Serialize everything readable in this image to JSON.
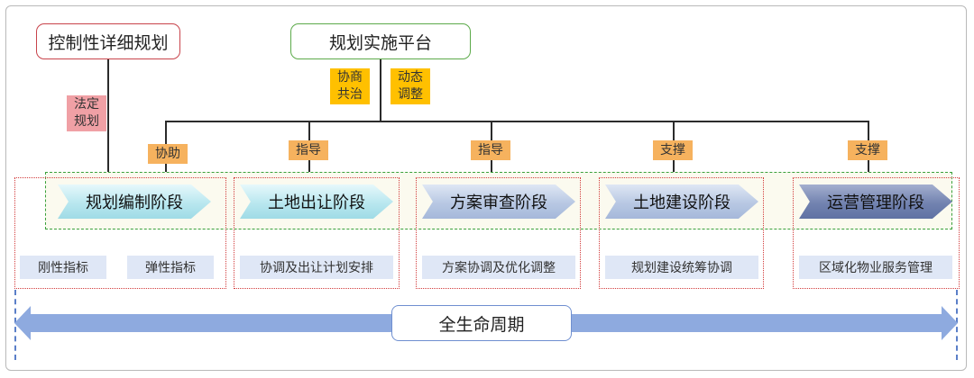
{
  "top": {
    "left_box": "控制性详细规划",
    "center_box": "规划实施平台"
  },
  "tags": {
    "legal": "法定\n规划",
    "consult": "协商\n共治",
    "dynamic": "动态\n调整",
    "assist": "协助",
    "guide1": "指导",
    "guide2": "指导",
    "support1": "支撑",
    "support2": "支撑"
  },
  "stages": [
    {
      "label": "规划编制阶段",
      "subs": [
        "刚性指标",
        "弹性指标"
      ]
    },
    {
      "label": "土地出让阶段",
      "subs": [
        "协调及出让计划安排"
      ]
    },
    {
      "label": "方案审查阶段",
      "subs": [
        "方案协调及优化调整"
      ]
    },
    {
      "label": "土地建设阶段",
      "subs": [
        "规划建设统筹协调"
      ]
    },
    {
      "label": "运营管理阶段",
      "subs": [
        "区域化物业服务管理"
      ]
    }
  ],
  "lifecycle": "全生命周期",
  "colors": {
    "line": "#2b2b2b",
    "tag_orange": "#f6b25e",
    "tag_yellow": "#ffc000",
    "tag_pink": "#f0a0a5",
    "green_dash": "#3aa03a",
    "red_dotted": "#d23c3c",
    "lifecycle_bar": "#8eaadf"
  }
}
